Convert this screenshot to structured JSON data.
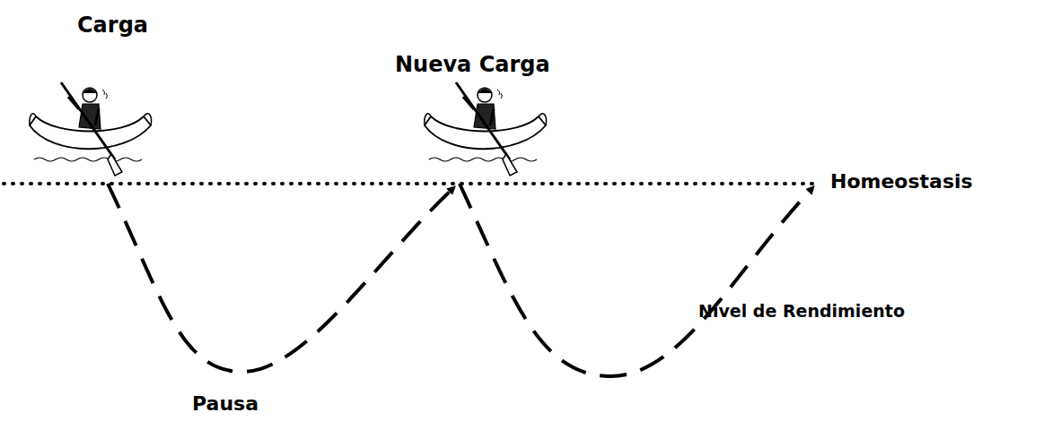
{
  "diagram": {
    "labels": [
      "Carga",
      "Nueva Carga",
      "Homeostasis",
      "Nivel de Rendimiento",
      "Pausa"
    ]
  }
}
